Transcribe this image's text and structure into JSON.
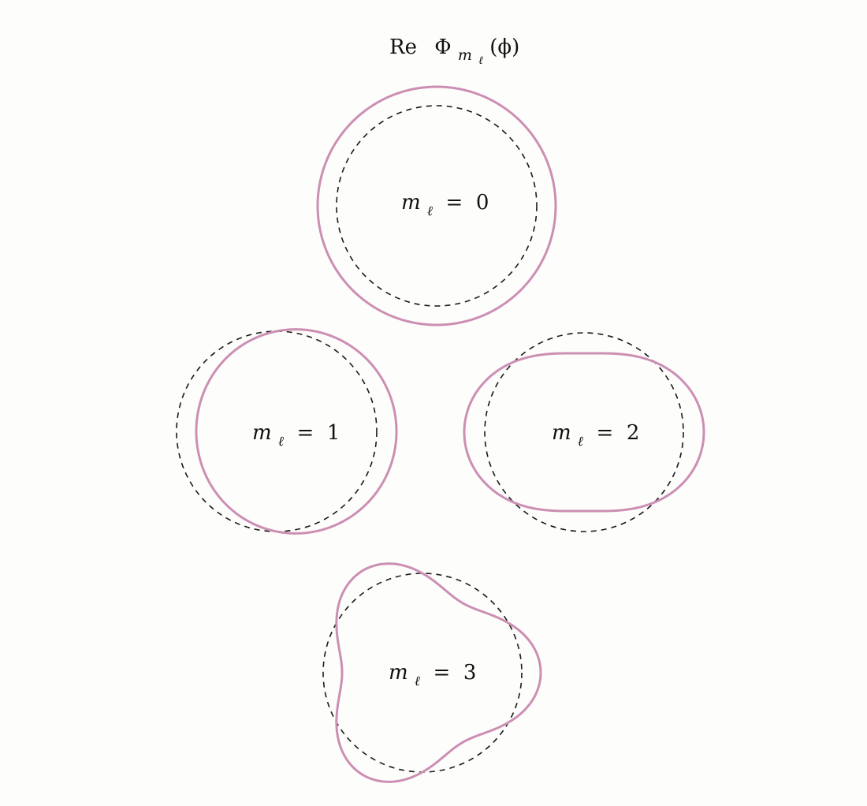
{
  "title": {
    "prefix": "Re",
    "symbol": "Φ",
    "subscript_m": "m",
    "subscript_l": "ℓ",
    "argument": "(ϕ)"
  },
  "colors": {
    "curve": "#cc8fb3",
    "reference": "#1a1a1a",
    "background": "#fdfdfc"
  },
  "panels": [
    {
      "id": "m0",
      "m": 0,
      "label": {
        "var": "m",
        "sub": "ℓ",
        "eq": " = ",
        "value": "0"
      }
    },
    {
      "id": "m1",
      "m": 1,
      "label": {
        "var": "m",
        "sub": "ℓ",
        "eq": " = ",
        "value": "1"
      }
    },
    {
      "id": "m2",
      "m": 2,
      "label": {
        "var": "m",
        "sub": "ℓ",
        "eq": " = ",
        "value": "2"
      }
    },
    {
      "id": "m3",
      "m": 3,
      "label": {
        "var": "m",
        "sub": "ℓ",
        "eq": " = ",
        "value": "3"
      }
    }
  ]
}
